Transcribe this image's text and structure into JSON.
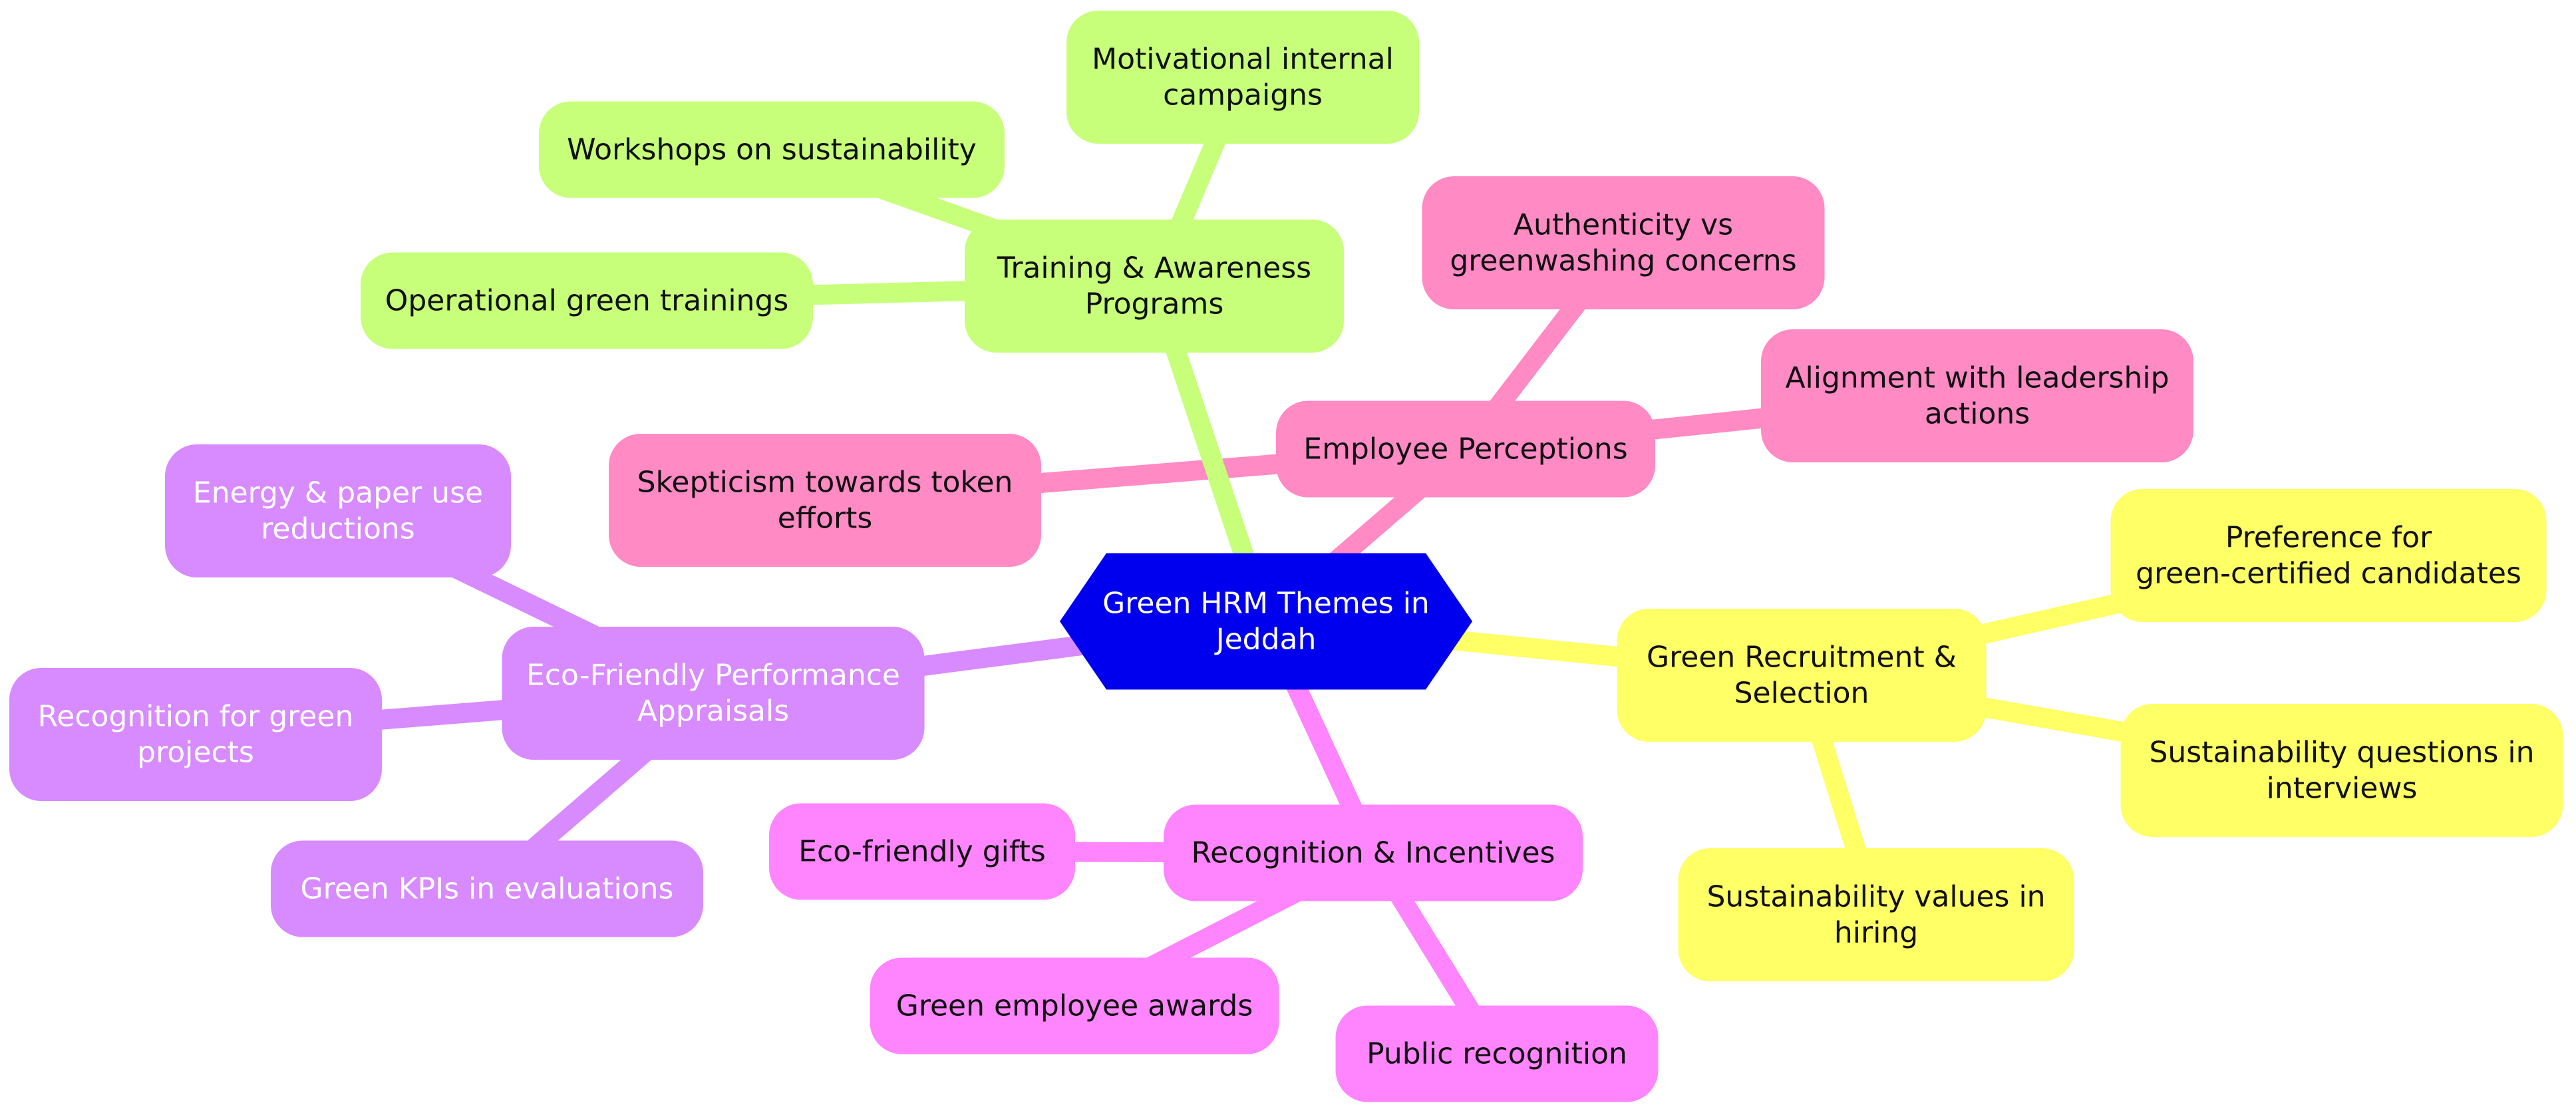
{
  "mindmap": {
    "root": {
      "id": "root",
      "lines": [
        "Green HRM Themes in",
        "Jeddah"
      ],
      "fill": "#0000EE",
      "text_color": "#ffffff"
    },
    "branches": [
      {
        "id": "training",
        "lines": [
          "Training & Awareness",
          "Programs"
        ],
        "fill": "#C7FF7A",
        "line_color": "#C7FF7A",
        "text_color": "#111111",
        "children": [
          {
            "id": "workshops",
            "lines": [
              "Workshops on sustainability"
            ]
          },
          {
            "id": "motivational",
            "lines": [
              "Motivational internal",
              "campaigns"
            ]
          },
          {
            "id": "operational",
            "lines": [
              "Operational green trainings"
            ]
          }
        ]
      },
      {
        "id": "perceptions",
        "lines": [
          "Employee Perceptions"
        ],
        "fill": "#FF8AC4",
        "line_color": "#FF8AC4",
        "text_color": "#111111",
        "children": [
          {
            "id": "authenticity",
            "lines": [
              "Authenticity vs",
              "greenwashing concerns"
            ]
          },
          {
            "id": "alignment",
            "lines": [
              "Alignment with leadership",
              "actions"
            ]
          },
          {
            "id": "skepticism",
            "lines": [
              "Skepticism towards token",
              "efforts"
            ]
          }
        ]
      },
      {
        "id": "recruitment",
        "lines": [
          "Green Recruitment &",
          "Selection"
        ],
        "fill": "#FFFF66",
        "line_color": "#FFFF66",
        "text_color": "#111111",
        "children": [
          {
            "id": "preference",
            "lines": [
              "Preference for",
              "green-certified candidates"
            ]
          },
          {
            "id": "questions",
            "lines": [
              "Sustainability questions in",
              "interviews"
            ]
          },
          {
            "id": "values",
            "lines": [
              "Sustainability values in",
              "hiring"
            ]
          }
        ]
      },
      {
        "id": "recognition",
        "lines": [
          "Recognition & Incentives"
        ],
        "fill": "#FF85FF",
        "line_color": "#FF85FF",
        "text_color": "#111111",
        "children": [
          {
            "id": "gifts",
            "lines": [
              "Eco-friendly gifts"
            ]
          },
          {
            "id": "awards",
            "lines": [
              "Green employee awards"
            ]
          },
          {
            "id": "public",
            "lines": [
              "Public recognition"
            ]
          }
        ]
      },
      {
        "id": "appraisals",
        "lines": [
          "Eco-Friendly Performance",
          "Appraisals"
        ],
        "fill": "#D88AFF",
        "line_color": "#D88AFF",
        "text_color": "#ffffff",
        "children": [
          {
            "id": "energy",
            "lines": [
              "Energy & paper use",
              "reductions"
            ]
          },
          {
            "id": "greenprojects",
            "lines": [
              "Recognition for green",
              "projects"
            ]
          },
          {
            "id": "kpis",
            "lines": [
              "Green KPIs in evaluations"
            ]
          }
        ]
      }
    ]
  }
}
